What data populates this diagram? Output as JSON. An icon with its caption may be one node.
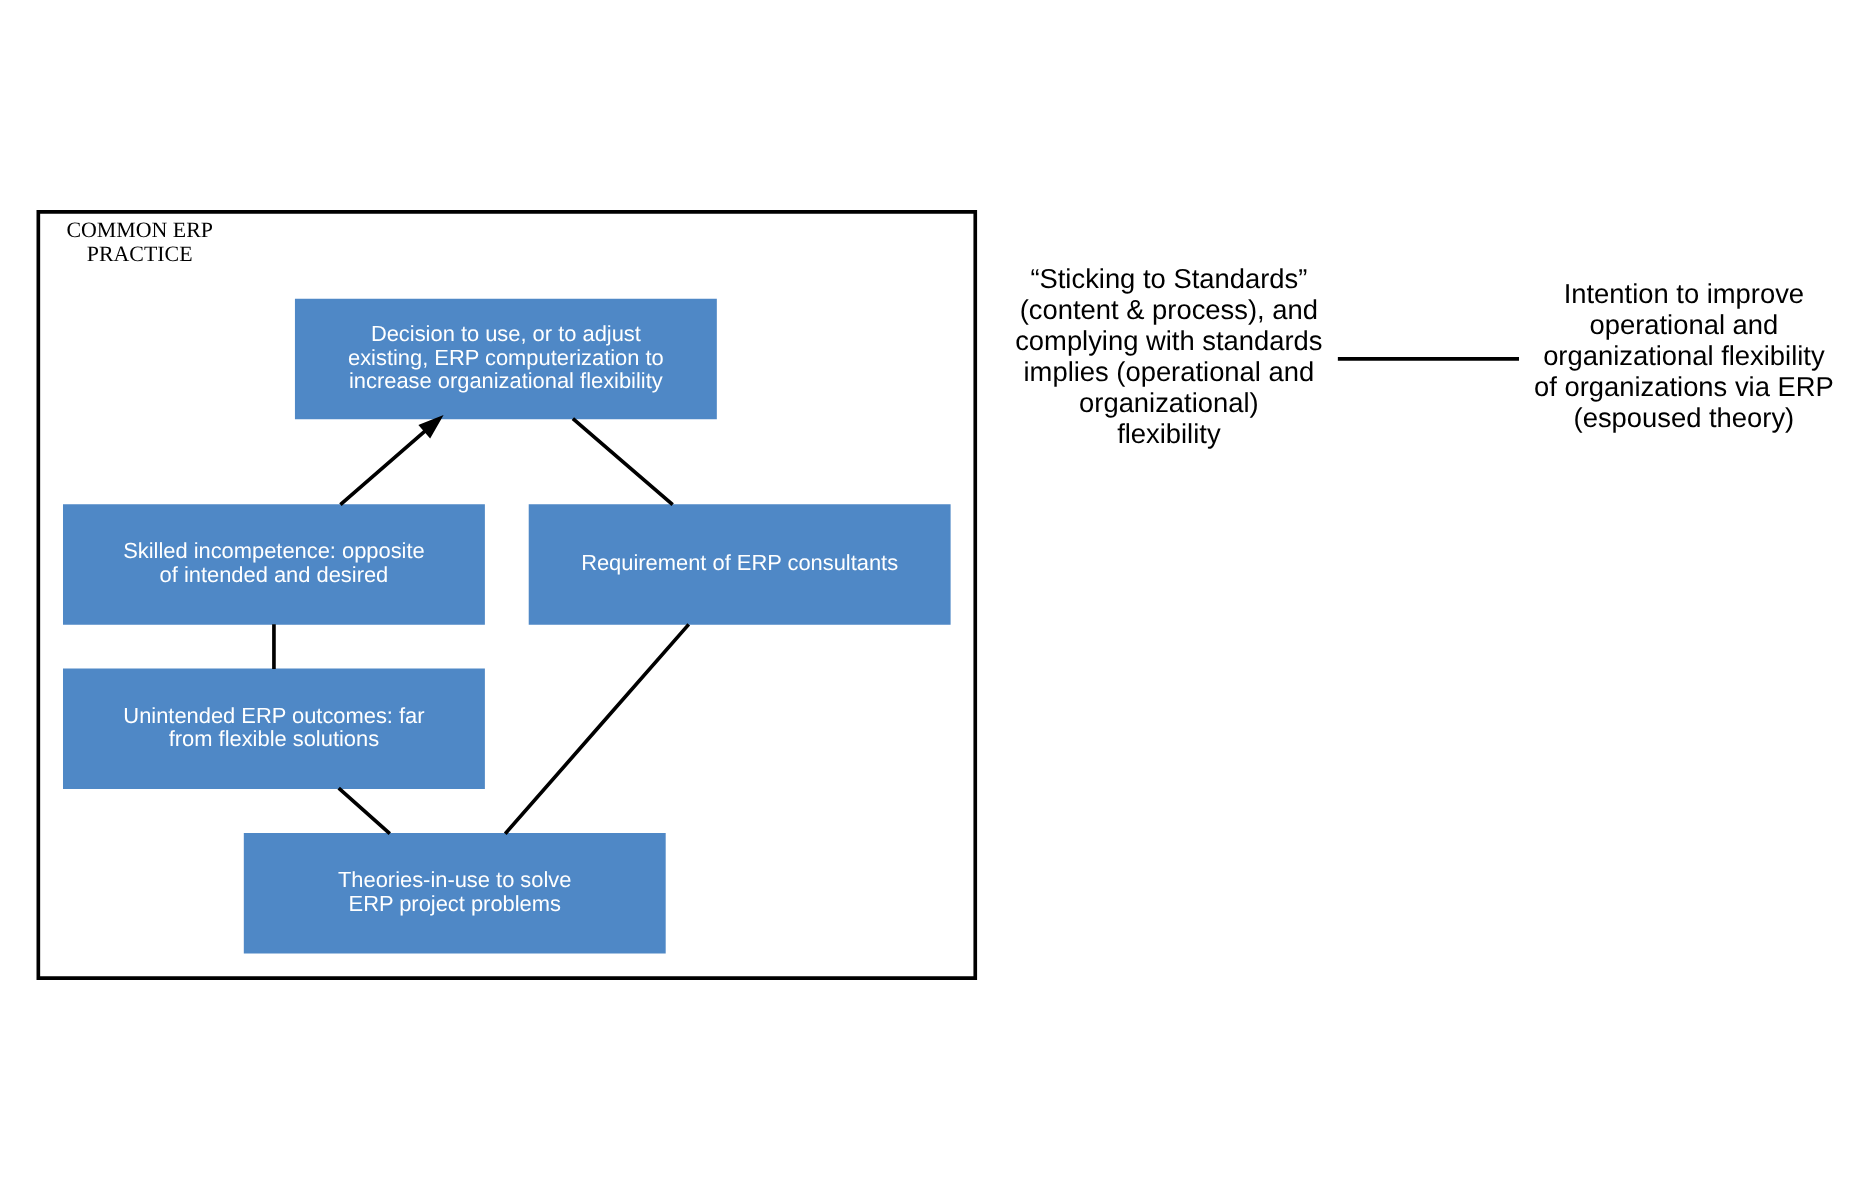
{
  "diagram": {
    "nodes": [
      {
        "text": [
          "COMMON ERP PRACTICE"
        ]
      },
      {
        "text": [
          "Decision to use, or to adjust existing, ERP computerization to increase organizational flexibility"
        ],
        "in": 0
      },
      {
        "text": [
          "Skilled incompetence: opposite of intended and desired"
        ],
        "in": 0
      },
      {
        "text": [
          "Unintended ERP outcomes: far from flexible solutions"
        ],
        "in": 0
      },
      {
        "text": [
          "Requirement of ERP consultants"
        ],
        "in": 0
      },
      {
        "text": [
          "Theories-in-use to solve ERP project problems"
        ],
        "in": 0
      },
      {
        "text": [
          "“Sticking to Standards” (content & process), and complying with standards implies (operational and organizational) flexibility"
        ]
      },
      {
        "text": [
          "Intention to improve operational and organizational flexibility of organizations via ERP (espoused theory)"
        ]
      }
    ],
    "edges": [
      {
        "from": 1,
        "to": 4,
        "arrow": "none"
      },
      {
        "from": 4,
        "to": 5,
        "arrow": "none"
      },
      {
        "from": 5,
        "to": 3,
        "arrow": "none"
      },
      {
        "from": 3,
        "to": 2,
        "arrow": "none"
      },
      {
        "from": 2,
        "to": 1,
        "arrow": "to"
      },
      {
        "from": 6,
        "to": 7,
        "arrow": "none"
      }
    ]
  }
}
